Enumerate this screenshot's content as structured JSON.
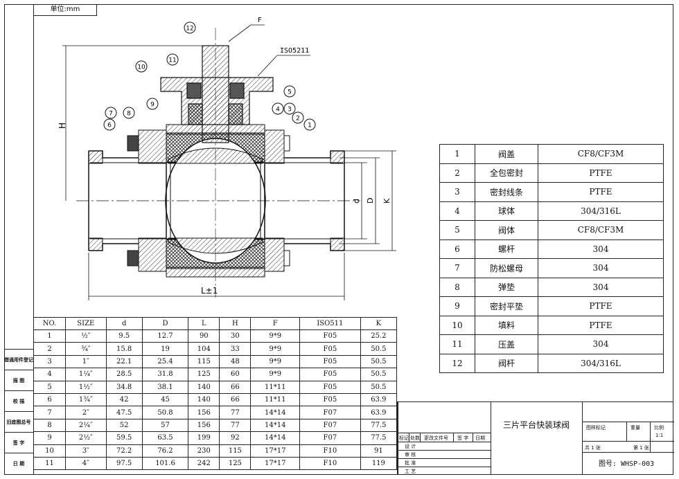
{
  "unit_label": "单位:mm",
  "callouts": [
    "1",
    "2",
    "3",
    "4",
    "5",
    "6",
    "7",
    "8",
    "9",
    "10",
    "11",
    "12"
  ],
  "drawing_labels": {
    "F": "F",
    "iso": "ISO5211",
    "H": "H",
    "d": "d",
    "D": "D",
    "K": "K",
    "L": "L±1"
  },
  "parts": [
    {
      "no": "1",
      "name": "阀盖",
      "mat": "CF8/CF3M"
    },
    {
      "no": "2",
      "name": "全包密封",
      "mat": "PTFE"
    },
    {
      "no": "3",
      "name": "密封线条",
      "mat": "PTFE"
    },
    {
      "no": "4",
      "name": "球体",
      "mat": "304/316L"
    },
    {
      "no": "5",
      "name": "阀体",
      "mat": "CF8/CF3M"
    },
    {
      "no": "6",
      "name": "螺杆",
      "mat": "304"
    },
    {
      "no": "7",
      "name": "防松螺母",
      "mat": "304"
    },
    {
      "no": "8",
      "name": "弹垫",
      "mat": "304"
    },
    {
      "no": "9",
      "name": "密封平垫",
      "mat": "PTFE"
    },
    {
      "no": "10",
      "name": "填料",
      "mat": "PTFE"
    },
    {
      "no": "11",
      "name": "压盖",
      "mat": "304"
    },
    {
      "no": "12",
      "name": "阀杆",
      "mat": "304/316L"
    }
  ],
  "dims_header": [
    "NO.",
    "SIZE",
    "d",
    "D",
    "L",
    "H",
    "F",
    "ISO511",
    "K"
  ],
  "dims_rows": [
    [
      "1",
      "½″",
      "9.5",
      "12.7",
      "90",
      "30",
      "9*9",
      "F05",
      "25.2"
    ],
    [
      "2",
      "¾″",
      "15.8",
      "19",
      "104",
      "33",
      "9*9",
      "F05",
      "50.5"
    ],
    [
      "3",
      "1″",
      "22.1",
      "25.4",
      "115",
      "48",
      "9*9",
      "F05",
      "50.5"
    ],
    [
      "4",
      "1¼″",
      "28.5",
      "31.8",
      "125",
      "60",
      "9*9",
      "F05",
      "50.5"
    ],
    [
      "5",
      "1½″",
      "34.8",
      "38.1",
      "140",
      "66",
      "11*11",
      "F05",
      "50.5"
    ],
    [
      "6",
      "1¾″",
      "42",
      "45",
      "140",
      "66",
      "11*11",
      "F05",
      "63.9"
    ],
    [
      "7",
      "2″",
      "47.5",
      "50.8",
      "156",
      "77",
      "14*14",
      "F07",
      "63.9"
    ],
    [
      "8",
      "2¼″",
      "52",
      "57",
      "156",
      "77",
      "14*14",
      "F07",
      "77.5"
    ],
    [
      "9",
      "2½″",
      "59.5",
      "63.5",
      "199",
      "92",
      "14*14",
      "F07",
      "77.5"
    ],
    [
      "10",
      "3″",
      "72.2",
      "76.2",
      "230",
      "115",
      "17*17",
      "F10",
      "91"
    ],
    [
      "11",
      "4″",
      "97.5",
      "101.6",
      "242",
      "125",
      "17*17",
      "F10",
      "119"
    ]
  ],
  "side_labels": [
    "借通用件登记",
    "描 图",
    "校 描",
    "旧底图总号",
    "签 字",
    "日 期"
  ],
  "title_block": {
    "product": "三片平台快装球阀",
    "marks": "标记",
    "qty": "处数",
    "change_doc": "更改文件号",
    "sign": "签 字",
    "date": "日期",
    "design": "设 计",
    "review": "审 核",
    "approve": "批 准",
    "process": "工 艺",
    "stage": "图样标记",
    "weight": "重量",
    "scale": "比例",
    "scale_val": "1:1",
    "sheets_total": "共 1 张",
    "sheet_no": "第 1 张",
    "drawing_no": "图号: WHSP-003"
  }
}
